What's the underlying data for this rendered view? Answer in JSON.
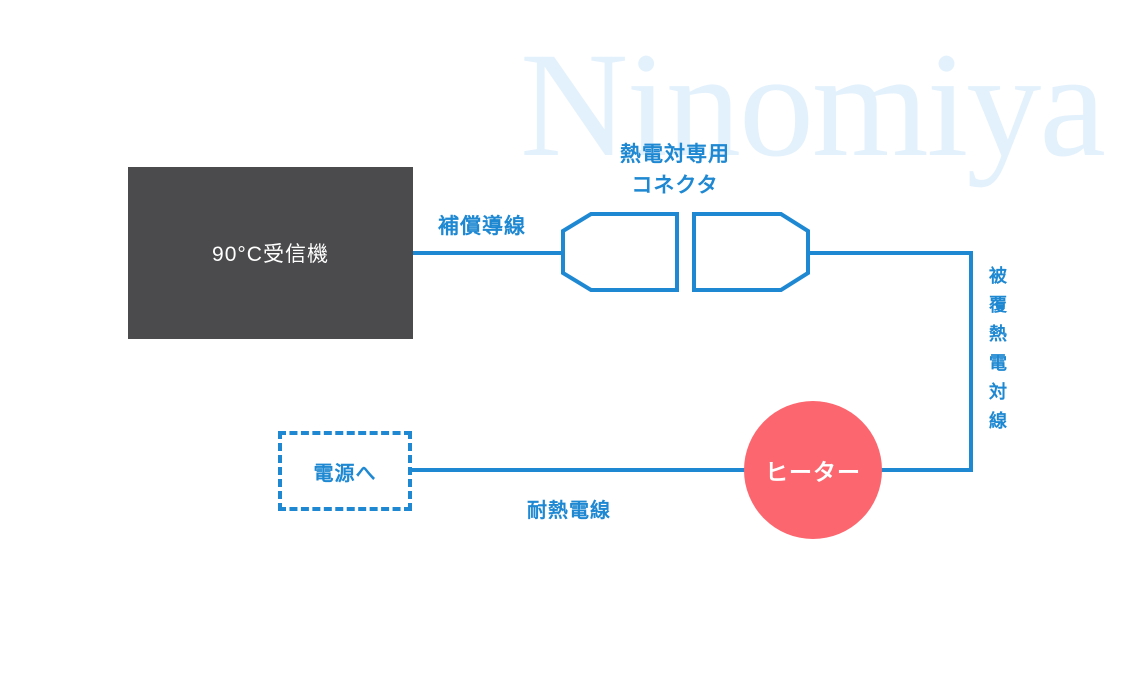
{
  "watermark": {
    "text": "Ninomiya",
    "color": "#E3F1FC"
  },
  "colors": {
    "wire_blue": "#1E88D2",
    "label_blue": "#1E88D2",
    "receiver_bg": "#4B4B4D",
    "receiver_text": "#FFFFFF",
    "heater_bg": "#FC666E",
    "heater_text": "#FFFFFF",
    "background": "#FFFFFF"
  },
  "diagram": {
    "receiver": {
      "label": "90°C受信機"
    },
    "compensating_wire": {
      "label": "補償導線"
    },
    "connector": {
      "label_line1": "熱電対専用",
      "label_line2": "コネクタ"
    },
    "sheathed_thermocouple_wire": {
      "label": "被覆熱電対線"
    },
    "heater": {
      "label": "ヒーター"
    },
    "heat_resistant_wire": {
      "label": "耐熱電線"
    },
    "power_supply": {
      "label": "電源へ"
    }
  }
}
